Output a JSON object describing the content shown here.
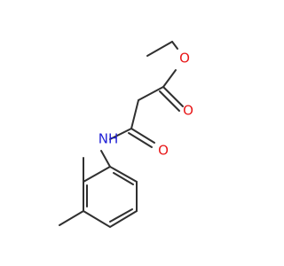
{
  "molecule": {
    "atoms": {
      "ester_o": "O",
      "carbonyl_o_ester": "O",
      "carbonyl_o_amide": "O",
      "amide_nh": "NH"
    },
    "colors": {
      "bond": "#303030",
      "oxygen": "#e8191a",
      "nitrogen": "#1f1fd6"
    }
  }
}
